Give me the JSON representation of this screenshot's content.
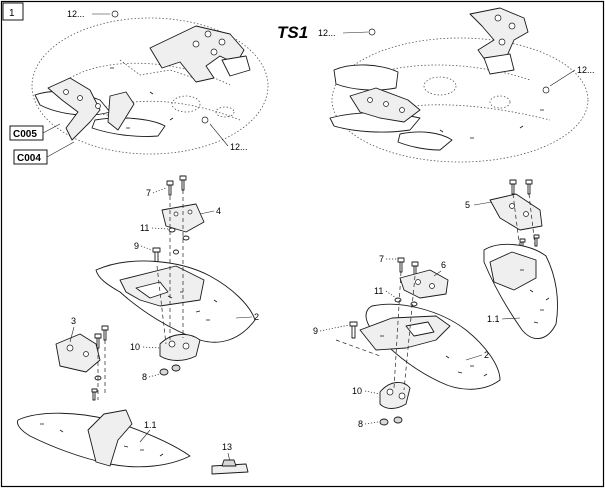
{
  "sheet": {
    "number": "1",
    "title": "TS1"
  },
  "references": [
    "C005",
    "C004"
  ],
  "callouts": {
    "item_12": "12...",
    "item_1": "1.1",
    "item_2": "2",
    "item_3": "3",
    "item_4": "4",
    "item_5": "5",
    "item_6": "6",
    "item_7": "7",
    "item_8": "8",
    "item_9": "9",
    "item_10": "10",
    "item_11": "11",
    "item_13": "13"
  }
}
